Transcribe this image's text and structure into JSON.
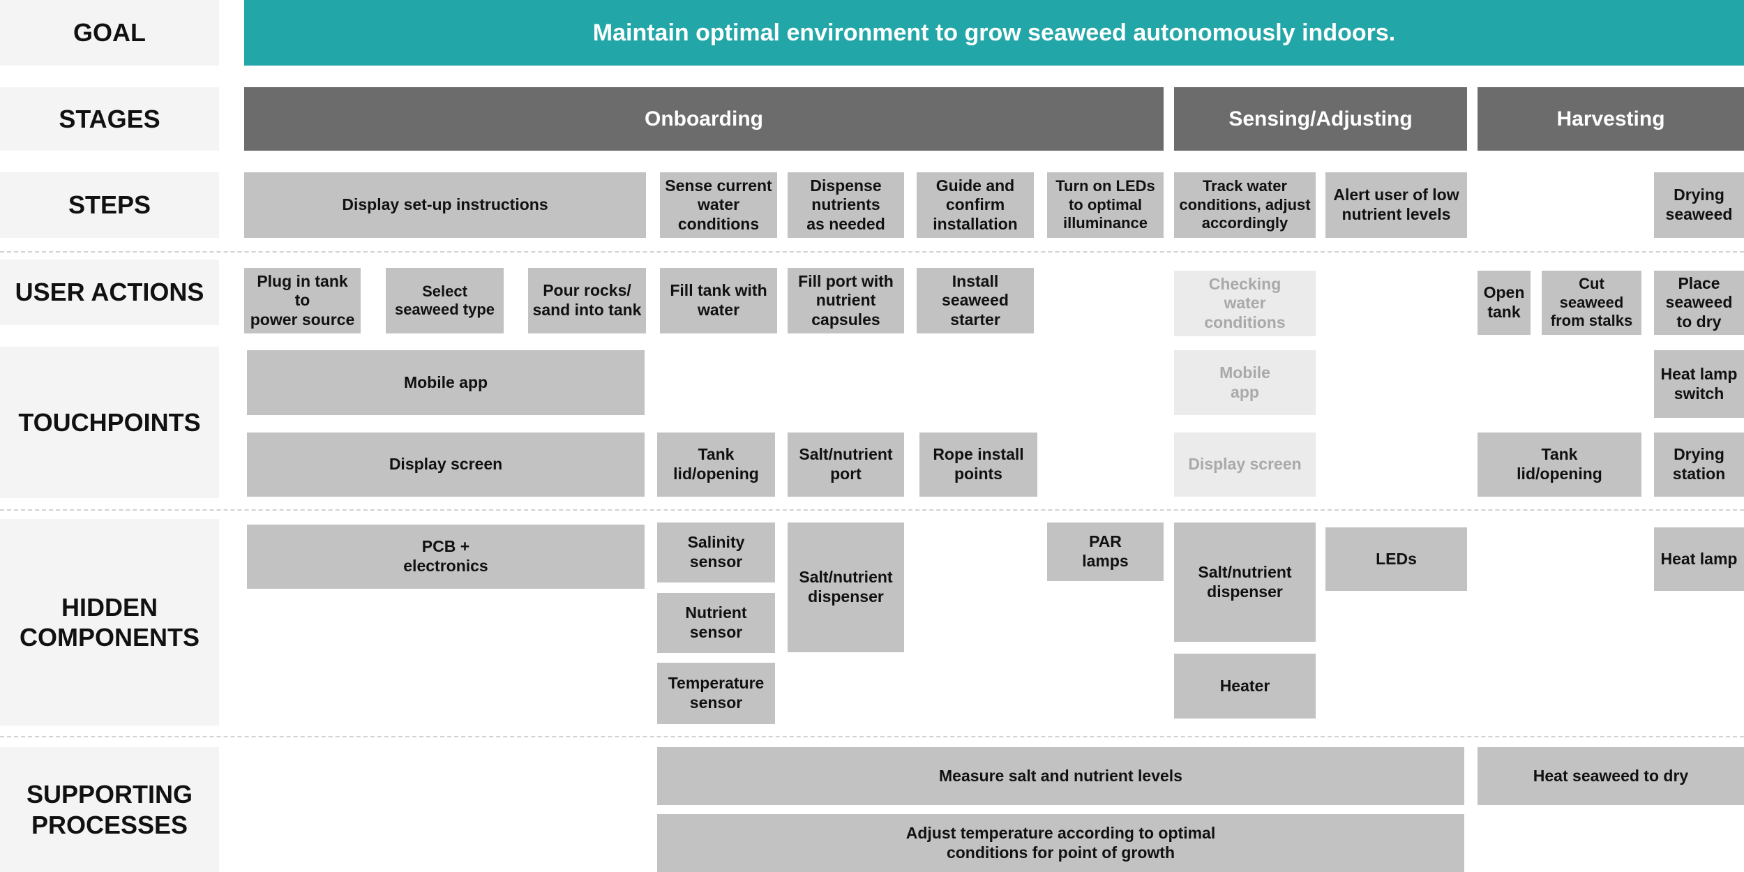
{
  "labels": {
    "goal": "GOAL",
    "stages": "STAGES",
    "steps": "STEPS",
    "user_actions": "USER ACTIONS",
    "touchpoints": "TOUCHPOINTS",
    "hidden_components": "HIDDEN\nCOMPONENTS",
    "supporting_processes": "SUPPORTING\nPROCESSES"
  },
  "goal": "Maintain optimal environment to grow seaweed autonomously indoors.",
  "stages": {
    "onboarding": "Onboarding",
    "sensing": "Sensing/Adjusting",
    "harvesting": "Harvesting"
  },
  "steps": {
    "display_setup": "Display set-up instructions",
    "sense_water": "Sense current\nwater\nconditions",
    "dispense_nutrients": "Dispense\nnutrients\nas needed",
    "guide_install": "Guide and\nconfirm\ninstallation",
    "turn_on_leds": "Turn on LEDs\nto optimal\nilluminance",
    "track_water": "Track water\nconditions, adjust\naccordingly",
    "alert_user": "Alert user of low\nnutrient levels",
    "drying": "Drying\nseaweed"
  },
  "user_actions": {
    "plug_in": "Plug in tank to\npower source",
    "select_type": "Select\nseaweed type",
    "pour_rocks": "Pour rocks/\nsand into tank",
    "fill_tank": "Fill tank with\nwater",
    "fill_port": "Fill port with\nnutrient\ncapsules",
    "install_starter": "Install seaweed\nstarter",
    "checking_water": "Checking\nwater\nconditions",
    "open_tank": "Open\ntank",
    "cut_seaweed": "Cut\nseaweed\nfrom stalks",
    "place_seaweed": "Place\nseaweed\nto dry"
  },
  "touchpoints": {
    "mobile_app": "Mobile app",
    "mobile_app_faded": "Mobile\napp",
    "heat_lamp_switch": "Heat lamp\nswitch",
    "display_screen": "Display screen",
    "tank_lid": "Tank\nlid/opening",
    "salt_port": "Salt/nutrient\nport",
    "rope_install": "Rope install\npoints",
    "display_screen_faded": "Display screen",
    "tank_lid_harvest": "Tank\nlid/opening",
    "drying_station": "Drying\nstation"
  },
  "hidden_components": {
    "pcb": "PCB +\nelectronics",
    "salinity": "Salinity\nsensor",
    "nutrient": "Nutrient\nsensor",
    "temperature": "Temperature\nsensor",
    "dispenser_1": "Salt/nutrient\ndispenser",
    "par_lamps": "PAR\nlamps",
    "dispenser_2": "Salt/nutrient\ndispenser",
    "heater": "Heater",
    "leds": "LEDs",
    "heat_lamp": "Heat lamp"
  },
  "supporting_processes": {
    "measure": "Measure salt and nutrient levels",
    "adjust_temp": "Adjust temperature according to optimal\nconditions for point of growth",
    "heat_seaweed": "Heat seaweed to dry"
  },
  "colors": {
    "goal_bar": "#22a6a7",
    "stage_bar": "#6c6c6c",
    "box": "#c2c2c2",
    "box_faded": "#ebebeb",
    "label_bg": "#f4f4f4"
  }
}
